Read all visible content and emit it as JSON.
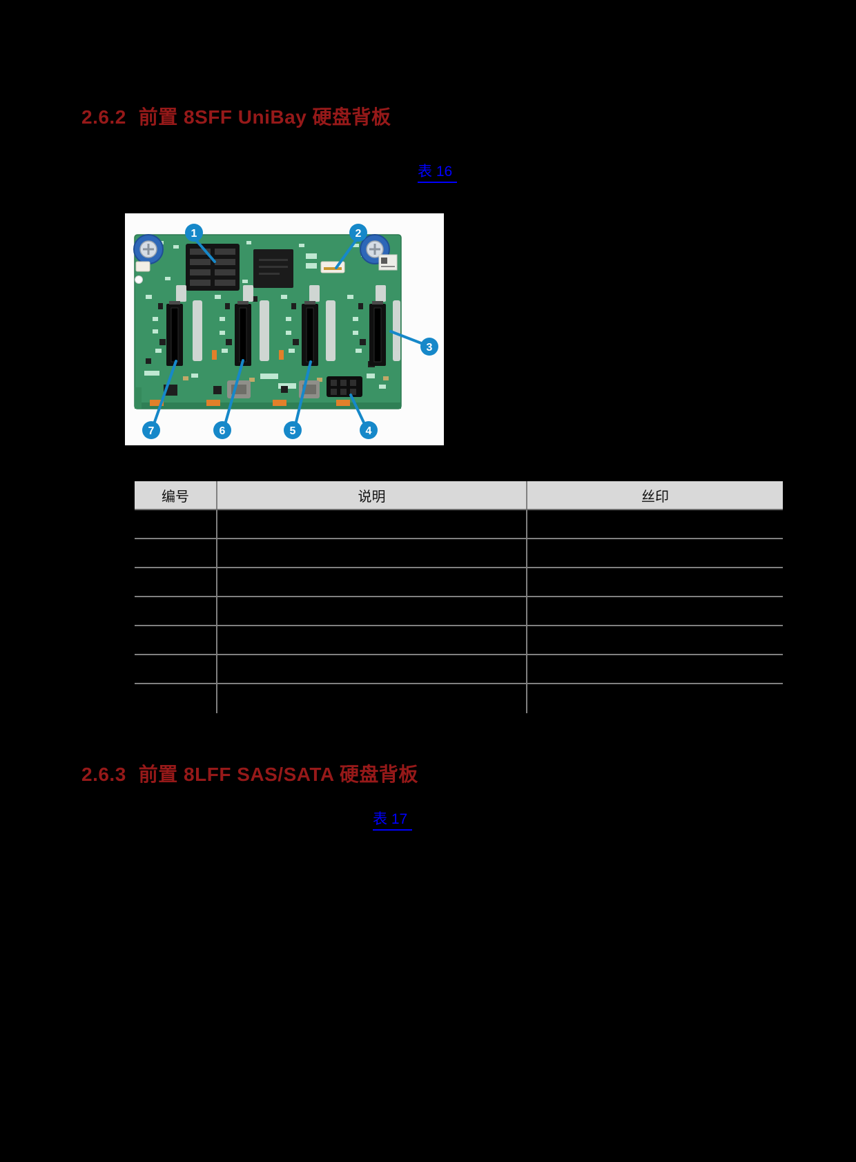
{
  "page": {
    "background": "#000000"
  },
  "section_262": {
    "number": "2.6.2",
    "title": "前置 8SFF UniBay 硬盘背板",
    "link_text": "表 16",
    "heading_color": "#961919",
    "link_color": "#0000FF"
  },
  "figure": {
    "callouts": [
      "1",
      "2",
      "3",
      "4",
      "5",
      "6",
      "7"
    ],
    "callout_color": "#1688C9",
    "board_color": "#3B9365",
    "photo_background": "#FCFCFC"
  },
  "table": {
    "headers": [
      "编号",
      "说明",
      "丝印"
    ],
    "header_bg": "#D9D9D9",
    "grid_color": "#808080",
    "rows": [
      [
        "",
        "",
        ""
      ],
      [
        "",
        "",
        ""
      ],
      [
        "",
        "",
        ""
      ],
      [
        "",
        "",
        ""
      ],
      [
        "",
        "",
        ""
      ],
      [
        "",
        "",
        ""
      ],
      [
        "",
        "",
        ""
      ]
    ]
  },
  "section_263": {
    "number": "2.6.3",
    "title": "前置 8LFF SAS/SATA 硬盘背板",
    "link_text": "表 17"
  }
}
